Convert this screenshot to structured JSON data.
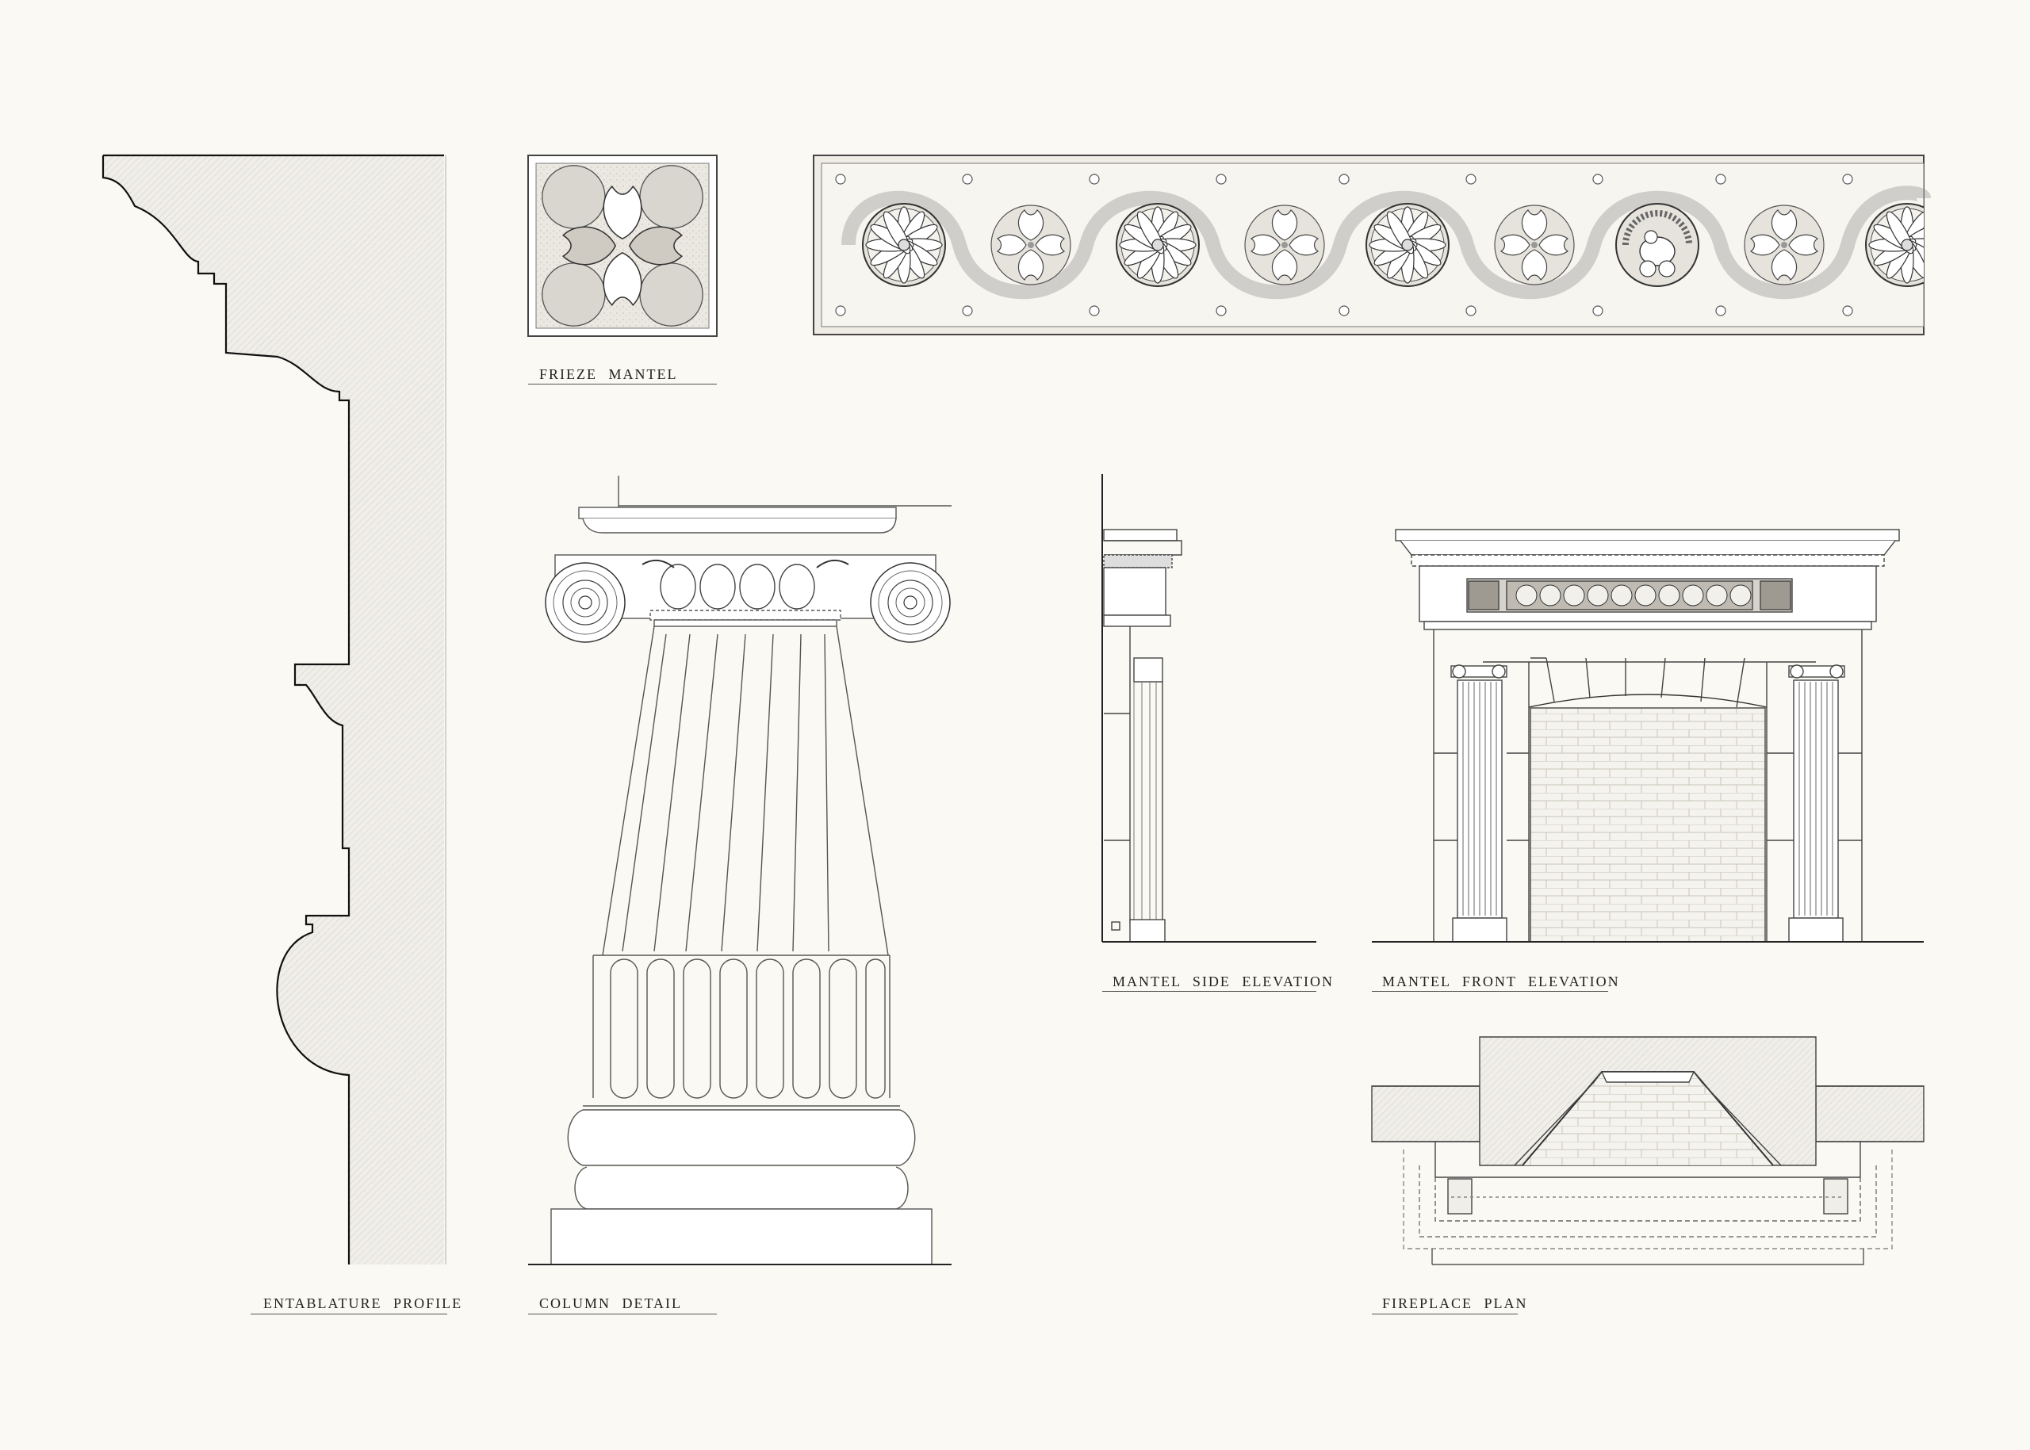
{
  "captions": {
    "entablature": "ENTABLATURE PROFILE",
    "column": "COLUMN DETAIL",
    "frieze": "FRIEZE MANTEL",
    "side": "MANTEL SIDE ELEVATION",
    "front": "MANTEL FRONT ELEVATION",
    "plan": "FIREPLACE PLAN"
  },
  "colors": {
    "paper": "#fbf9f3",
    "ink": "#222222",
    "fill": "#e4e1d9",
    "hatch": "#cfcbc1"
  },
  "icons": [
    "rosette-icon",
    "leaf-cross-icon",
    "turkey-icon",
    "ionic-volute-icon"
  ]
}
